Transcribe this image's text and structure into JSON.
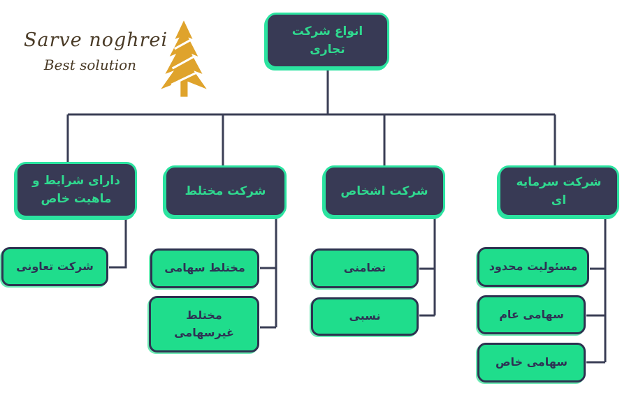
{
  "logo": {
    "title": "Sarve noghrei",
    "subtitle": "Best solution"
  },
  "colors": {
    "gold": "#DFA32C",
    "logo-text": "#4a3b27",
    "dark-box": "#383a55",
    "mint": "#2be3a0",
    "green-box": "#1fdd8c",
    "leaf-text": "#2e3254",
    "line": "#3a3e55",
    "green-text": "#2fd98f",
    "bg": "#ffffff"
  },
  "chart_data": {
    "type": "tree-diagram",
    "root": "انواع شرکت تجاری",
    "branches": [
      {
        "label": "دارای شرایط و ماهیت خاص",
        "children": [
          "شرکت تعاونی"
        ]
      },
      {
        "label": "شرکت مختلط",
        "children": [
          "مختلط سهامی",
          "مختلط غیرسهامی"
        ]
      },
      {
        "label": "شرکت اشخاص",
        "children": [
          "تضامنی",
          "نسبی"
        ]
      },
      {
        "label": "شرکت سرمایه ای",
        "children": [
          "مسئولیت محدود",
          "سهامی عام",
          "سهامی خاص"
        ]
      }
    ]
  }
}
